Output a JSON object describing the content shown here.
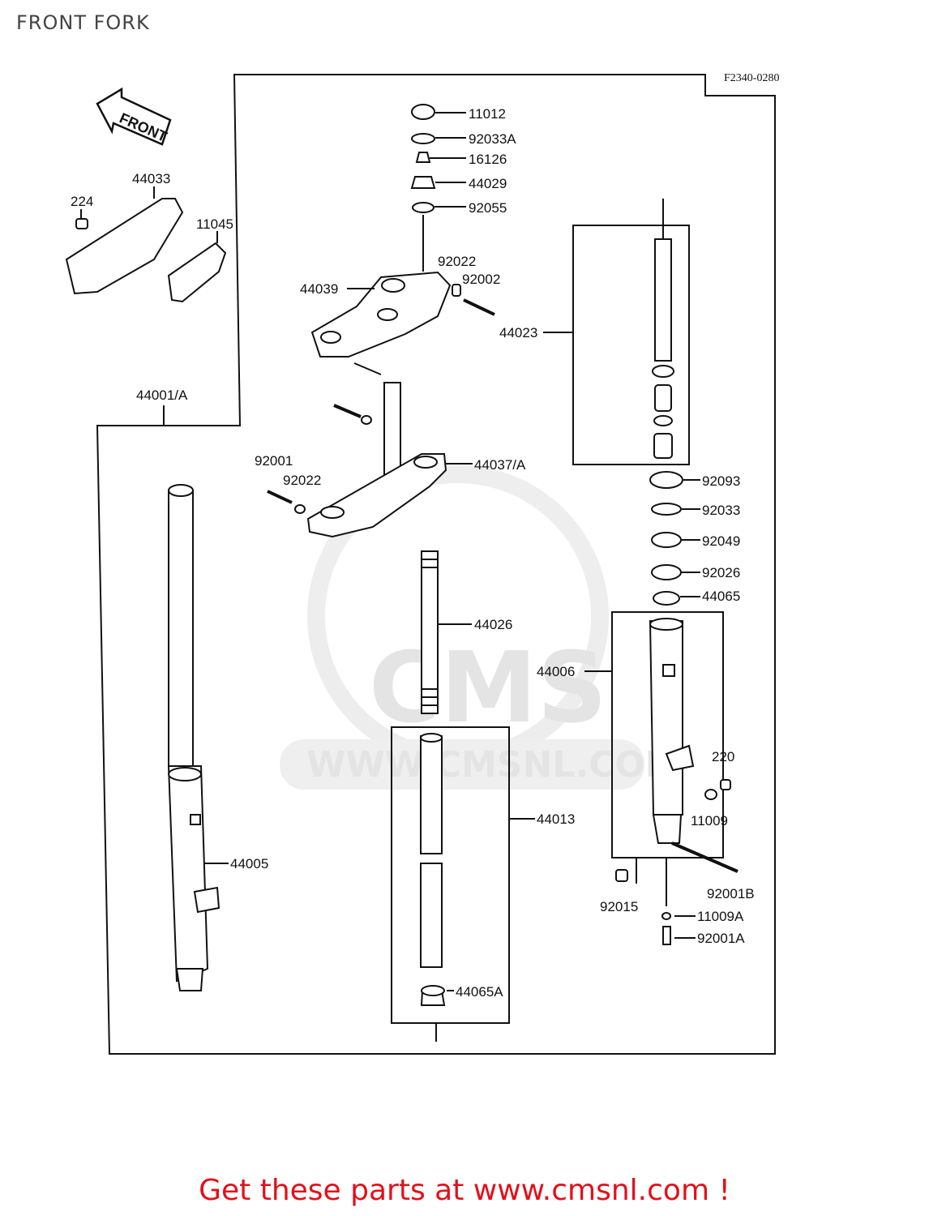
{
  "page": {
    "title": "FRONT FORK",
    "diagram_ref": "F2340-0280",
    "front_label": "FRONT",
    "watermark_logo": "CMS",
    "watermark_url": "WWW.CMSNL.COM"
  },
  "parts": {
    "p11012": "11012",
    "p92033A": "92033A",
    "p16126": "16126",
    "p44029": "44029",
    "p92055": "92055",
    "p92022a": "92022",
    "p92002": "92002",
    "p44039": "44039",
    "p44023": "44023",
    "p44033": "44033",
    "p224": "224",
    "p11045": "11045",
    "p44001A": "44001/A",
    "p92001": "92001",
    "p92022b": "92022",
    "p44037A": "44037/A",
    "p92093": "92093",
    "p92033": "92033",
    "p92049": "92049",
    "p92026": "92026",
    "p44065": "44065",
    "p44026": "44026",
    "p44006": "44006",
    "p220": "220",
    "p11009": "11009",
    "p44013": "44013",
    "p44005": "44005",
    "p92001B": "92001B",
    "p92015": "92015",
    "p11009A": "11009A",
    "p92001A": "92001A",
    "p44065A": "44065A"
  },
  "footer": {
    "cta": "Get these parts at www.cmsnl.com !"
  }
}
